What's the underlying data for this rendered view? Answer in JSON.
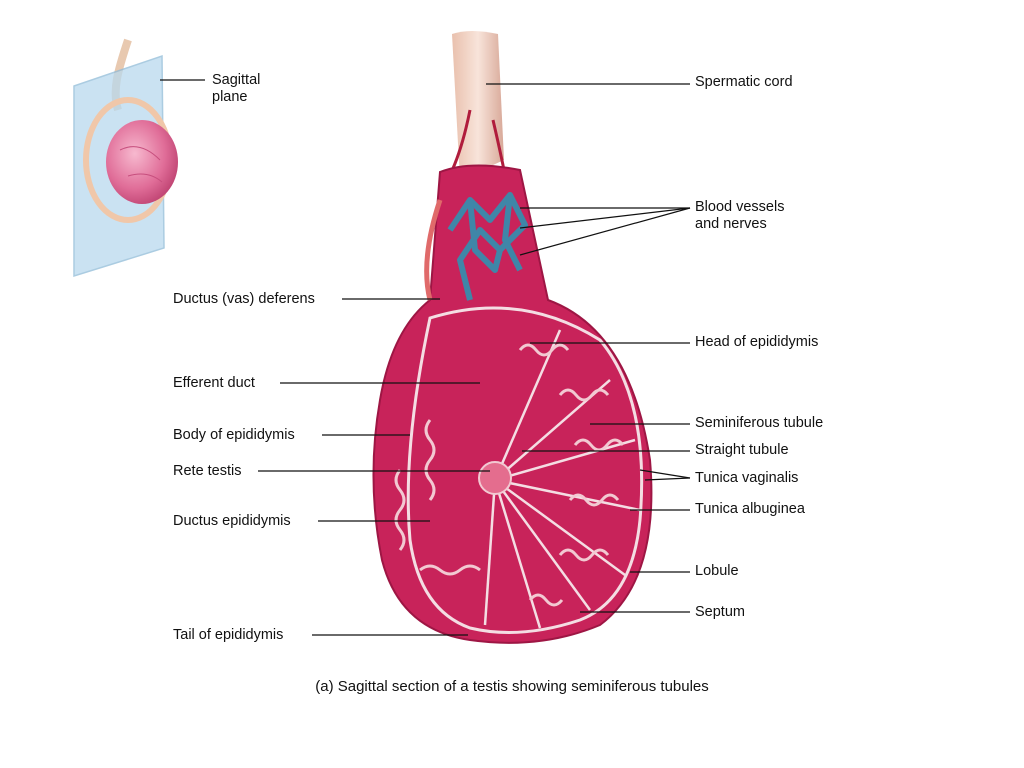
{
  "diagram": {
    "caption": "(a) Sagittal section of a testis showing seminiferous tubules",
    "inset_label": {
      "line1": "Sagittal",
      "line2": "plane"
    },
    "right_labels": {
      "spermatic_cord": "Spermatic cord",
      "blood_vessels_line1": "Blood vessels",
      "blood_vessels_line2": "and nerves",
      "head_of_epididymis": "Head of epididymis",
      "seminiferous_tubule": "Seminiferous tubule",
      "straight_tubule": "Straight tubule",
      "tunica_vaginalis": "Tunica vaginalis",
      "tunica_albuginea": "Tunica albuginea",
      "lobule": "Lobule",
      "septum": "Septum"
    },
    "left_labels": {
      "ductus_deferens": "Ductus (vas) deferens",
      "efferent_duct": "Efferent duct",
      "body_of_epididymis": "Body of epididymis",
      "rete_testis": "Rete testis",
      "ductus_epididymis": "Ductus epididymis",
      "tail_of_epididymis": "Tail of epididymis"
    },
    "colors": {
      "tissue": "#c8235a",
      "tissue_dark": "#9e1644",
      "tubule": "#f2c9d2",
      "vessel_blue": "#3f86a8",
      "cord": "#f1d3c2",
      "plane": "#b9d9ee"
    }
  }
}
